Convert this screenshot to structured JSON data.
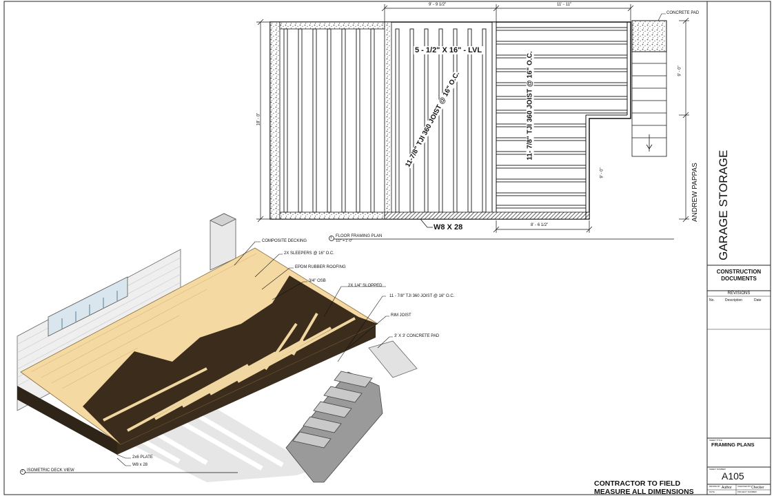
{
  "plan": {
    "dim_top_left": "9' - 9 1/2\"",
    "dim_top_right": "11' - 11\"",
    "dim_left": "18' - 0\"",
    "dim_right_upper": "9' - 0\"",
    "dim_right_lower": "9' - 0\"",
    "dim_bottom_right": "8' - 6 1/2\"",
    "lvl_label": "5 - 1/2\" X 16\" - LVL",
    "joist_label_diag": "11-7/8\" TJI 360 JOIST @ 16\" O.C.",
    "joist_label_vert": "11- 7/8\" TJI 360 JOIST @ 16\" O.C.",
    "beam_label": "W8 X 28",
    "concrete_pad_label": "CONCRETE PAD",
    "view_number": "1",
    "view_title": "FLOOR FRAMING PLAN",
    "view_scale": "1/2\" = 1'-0\""
  },
  "iso": {
    "callouts": [
      "COMPOSITE DECKING",
      "2X SLEEPERS @ 16\" O.C.",
      "EPDM RUBBER ROOFING",
      "3/4\" OSB",
      "2X 1/4\" SLOPPED",
      "11 - 7/8\" TJI 360 JOIST @ 16\" O.C.",
      "RIM JOIST",
      "3' X 3' CONCRETE PAD"
    ],
    "plate_label": "2x6 PLATE",
    "beam_label": "W8 x 28",
    "view_number": "2",
    "view_title": "ISOMETRIC DECK VIEW"
  },
  "note": {
    "line1": "CONTRACTOR TO FIELD",
    "line2": "MEASURE ALL DIMENSIONS"
  },
  "titleblock": {
    "client": "ANDREW PAPPAS",
    "project": "GARAGE STORAGE",
    "stage_line1": "CONSTRUCTION",
    "stage_line2": "DOCUMENTS",
    "revisions_header": "REVISIONS",
    "rev_col_no": "No.",
    "rev_col_desc": "Description",
    "rev_col_date": "Date",
    "sheet_title_caption": "SHEET TITLE",
    "sheet_title": "FRAMING PLANS",
    "sheet_number_caption": "SHEET NUMBER",
    "sheet_number": "A105",
    "drawn_caption": "DRAWN BY",
    "drawn": "Author",
    "checked_caption": "CHECKED BY",
    "checked": "Checker",
    "date_caption": "DATE",
    "project_number_caption": "PROJECT NUMBER"
  }
}
